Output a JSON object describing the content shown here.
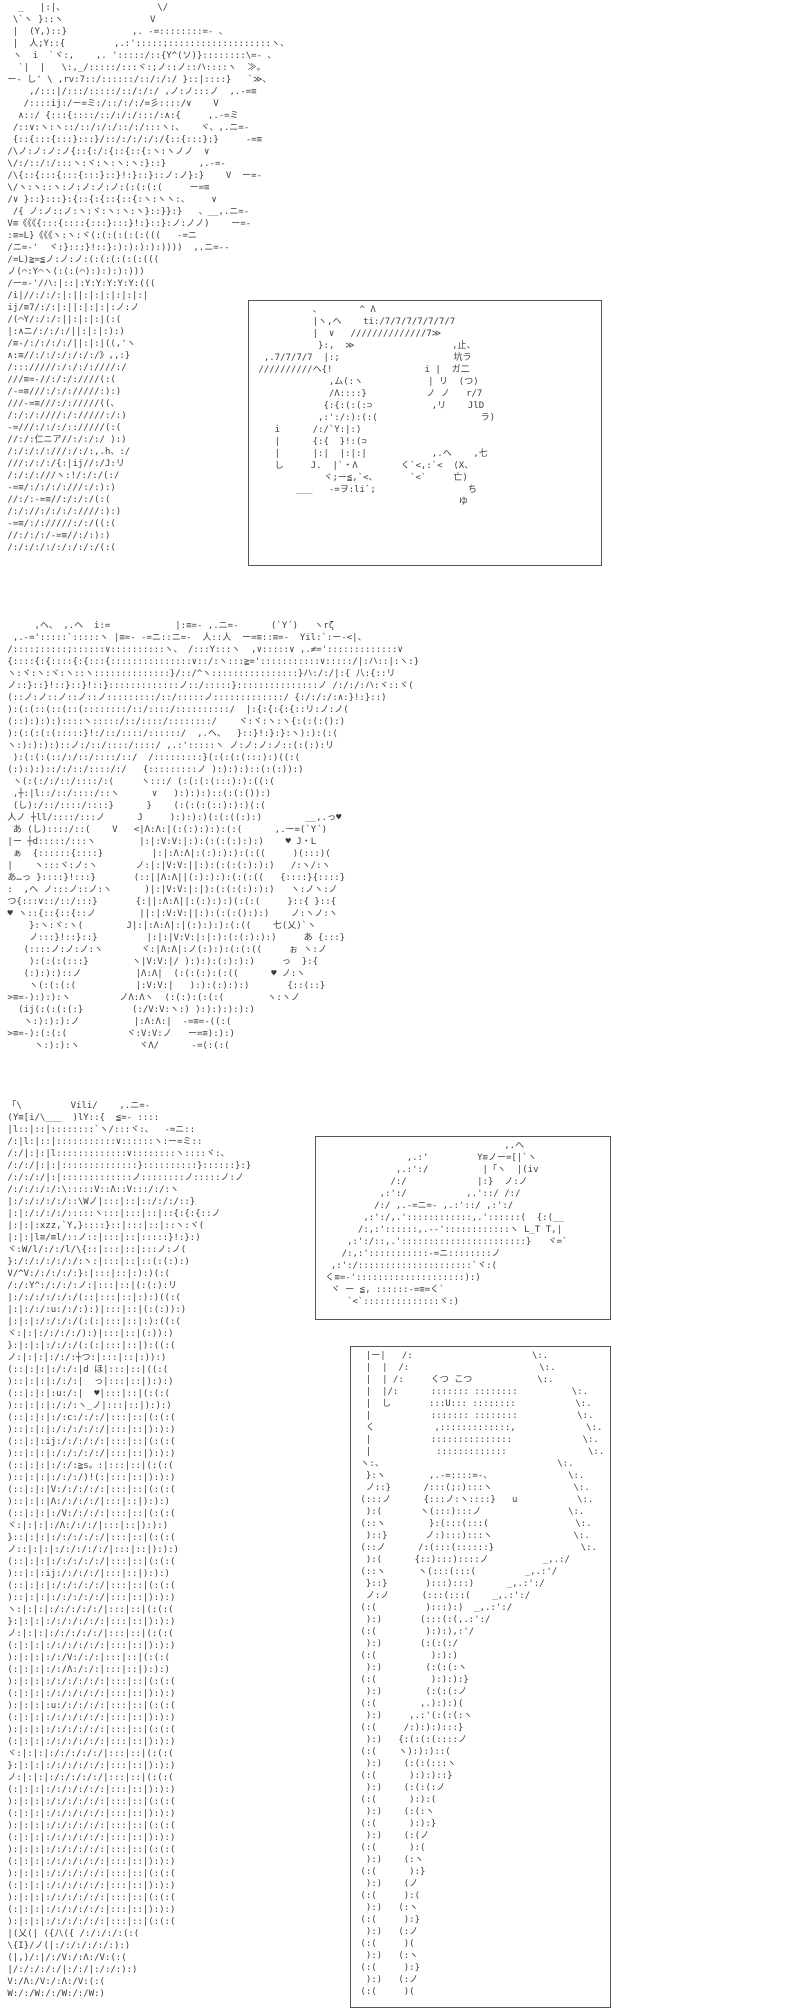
{
  "page": {
    "background": "#ffffff",
    "ink": "#3b3b3b",
    "frame_color": "#555555"
  },
  "panels": {
    "panel1": {
      "art": [
        "   _   |:|、                 \\/",
        "  \\`ヽ }::ヽ                V",
        "  |  (Y,)::}            ,. -=::::::::=- 、",
        "  |  人;Y::{         ,.:':::::;:::::::::::::::::::ヽ、",
        "  ヽ  i  `ヾ:,    ,. ':::::/::{Y^(ソ)}::::::::\\=- 、",
        "   `|  |   \\:,_/:::::/:::ヾ:;ノ::ノ::ハ::::ヽ  ≫。",
        " ー- し' \\ ,rv:7::/::::::/::/:/:/ }::|::::}   `≫、",
        "     ,/:::|/:::/:::::/::/:/:/ ,ノ:ノ:::ノ  ,.-=≡",
        "    /::::ij:/ー=ミ:/::/:/:/=彡::::/∨    V",
        "   ∧::/ {:::{::::/::/:/:/:::/:∧:{     ,.-=ミ",
        "  /::∨:ヽ:ヽ::/::/:/:/::/:/:::ヽ:、   ヾ、,.ニ=-",
        "  {::{:::{:::}:::}/::/:/:/:/:/{::{:::}:}     -=≡",
        " /\\ノ:ノ:ノ:ノ{::{:/:{::{::{:ヽ:ヽノノ  ∨",
        " \\/:/::/:/:::ヽ:ヾ:ヽ:ヽ:ヽ:}::}      ,.-=‐",
        " /\\{::{:::{:::{:::}::}!:}::}::ノ:ノ}:}    V  ー=-",
        " \\/ヽ:ヽ::ヽ:ノ:ノ:ノ:ノ:(:(:(:(     ー=≡",
        " /∨ }::}:::}:{::{:{::{::{:ヽ:ヽヽ:、    ∨",
        "  /{ ノ:ノ::ノ:ヽ:ヾ:ヽ:ヽ:ヽ}::}}:}   、__,.ニ=-",
        " V≡《《《{:::{::::{:::}:::}!:}::}:ノ:ノノ)    ー=‐",
        " :≡=L}《《《ヽ:ヽ:ヾ(:(:(:(:(:(((   ‐=ニ",
        " /ニ=‐'  ヾ:}:::}!::}:):):):):))))  ,.ニ=-‐",
        " /=L)≧=≦ノ:ノ:ノ:(:(:(:(:(:(((",
        " ノ(⌒:Y⌒ヽ(:(:(⌒):):):):)))",
        " /ー=‐'/ハ:|::|:Y:Y:Y:Y:Y:(((",
        " /i|//:/:/:|:||:|:|:|:|:|:|",
        " ij/≡7/:/:|:||:|:|:|:ノ:ノ",
        " /(⌒Y/:/:/:||:|:|:|(:(",
        " |:∧ニ/:/:/:/||:|:|:):)",
        " /≡‐/:/:/:/:/||:|:|((,'ヽ",
        " ∧:≡//:/:/:/:/:/:/》,,:}",
        " /::://///:/:/:/:////:/",
        " ///≡=‐//:/:/:////(:(",
        " /‐=≡///:/:/://///:):)",
        " ///‐=≡///:/://///((、",
        " /:/:/:////:/://///:/:)",
        " ‐=///:/:/:/:://///(:(",
        " //:/:仁ニア//:/:/:/ ):)",
        " /:/:/:/:///:/:/:,.h、:/",
        " ///:/:/:/{:|ij//:/J:リ",
        " /:/:/:///ヽ:!/:/:/(:/",
        " ‐=≡/:/:/:/:///:/:):)",
        " //:/:‐=≡//:/:/:/(:(",
        " /:/://:/:/:/:////:):)",
        " ‐=≡/:/://///:/:/((:(",
        " //:/:/:/‐=≡//:/:):)",
        " /:/:/:/:/:/:/:/:/(:("
      ]
    },
    "panel1_inset": {
      "art": [
        "           、       ^ Λ",
        "           |ヽ,ヘ    ti:/7/7/7/7/7/7/7",
        "           |  ∨   //////////////7≫",
        "            }:,  ≫                  ,止、",
        "  ,.7/7/7/7  |:;                     坑ラ",
        " //////////ヘ{!                 i |  ガ二",
        "              ,ム(:ヽ            | リ  (つ)",
        "              /Λ::::}           ノ ノ   r/7",
        "             {:{:(:(:⊃           ,リ    JlD",
        "            ,:':/:):(:(                   ラ)",
        "    i      /:/`Y:|:)",
        "    |      {:{  }!:(⊃",
        "    |      |:|  |:|:|            ,.ヘ    ,七",
        "    し     J.  |`・Λ        く`<,:`<  (X、",
        "             ヾ;ー≦,`<、      `<`     亡)",
        "        ___   -=ヲ:li`;                 ち",
        "                                      ゆ"
      ]
    },
    "panel2": {
      "art": [
        "      ,ヘ、 ,.ヘ  i:=            |:≡=- ,.ニ=‐      (`Y´)   ヽrζ",
        "  ,.-=':::::`:::::ヽ |≡=- ‐=ニ::ニ=-  人::人  ー=≡::≡=-  Yil:`:ー-<|、",
        " /::::;:::::;::::::∨::::::::::ヽ、 /:::Y:::ヽ  ,∨:::::∨ ,.≠=':::::::::::::∨",
        " {::::{:{::::{:{:::{:::::::::::::::∨::/:ヽ:::≧=':::::::::::∨:::::/|:ハ::|:ヽ:}",
        " ヽ:ヾ:ヽ:ヾ:ヽ::ヽ::::::::::::::}/::/^ヽ::::::::::::::::}ハ:/:/|:{ 八:{::リ",
        " ノ::}::}!::}::}!::}:::::::::::::ノ::/:::::}:::::::::::::::ノ /:/:/:ハ:ヾ::ヾ(",
        " (::ノ:ノ::ノ::ノ::ノ:::::::::/::/:::::ノ:::::::::::::/ {:/:/:/:∧:}!:}::)",
        " ):(:(::(::(::(::::::::/::/::::/::::::::::/  |:{:{:{:{::リ:ノ:ノ(",
        " (::):):):)::::ヽ:::::/::/::::/::::::::/    ヾ:ヾ:ヽ:ヽ{:(:(:():)",
        " ):(:(:(:(:::::}!:/::/::::/::::::/  ,.ヘ、  }::}!:}:}:ヽ):):(:(",
        " ヽ:):):):)::ノ:/::/::::/::::/ ,.:':::::ヽ ノ:ノ:ノ:ノ::(:(:):リ",
        "  ):(:(:(::/:/::/::::/::/  /:::::::::}(:(:(:(:::):)((:(",
        " (:):):)::/:/::/::::/:/   {:::::::::ノ ):):):)::(:(:)):)",
        "  ヽ(:(:/:/::/::::/:(     ヽ:::/ (:(:(:(:::):):((:(",
        "  ,┼:|l::/::/::::/::ヽ      ∨   ):):):)::(:(:()):)",
        "  (し):/::/::::/::::}      }    (:(:(:(::):):)(:(",
        " 人ノ ┼ll/::::/:::ノ      J     ):):):)(:(:((:):)        __,.っ♥",
        "  あ (し)::::/::(    V   <|Λ:Λ:|(:(:):):):(:(      ,.ー=(`Y´)",
        " |ー ┼d:::::/:::ヽ        |:|:V:V:|:):(:(:(:):):)    ♥ J・L",
        "  ぁ  {::::::{::::}         |:|:Λ:Λ|:(:):):):(:((     )(:::)(",
        " |    ヽ:::ヾ:ノ:ヽ       ノ:|:|V:V:||:):(:(:(:):):)   /:ヽ/:ヽ",
        " あ…っ }::::}!:::}       (::||Λ:Λ||(:):):):(:(:((   {::::}{::::}",
        " :  ,ヘ ノ:::ノ::ノ:ヽ      )|:|V:V:|:|):(:(:(:):):)   ヽ:ノヽ:ノ",
        " つ{:::∨::/::/:::}       {:||:Λ:Λ||:(:):):)(:(:(     }::{ }::{",
        " ♥ ヽ::{::{::{::ノ        ||:|:V:V:||:):(:(:():):)    ノ:ヽノ:ヽ",
        "     }:ヽ:ヾ:ヽ(        J|:|:Λ:Λ|:|(:):):):(:((    七(乂)`ヽ",
        "     ノ:::}!::}::}         |:|:|V:V:|:|:):(:(:):):)     あ {:::}",
        "    (::::ノ:ノ:ノ:ヽ       ヾ:|Λ:Λ|:ノ(:):):(:(:((     ぉ ヽ:ノ",
        "     ):(:(:(:::}        ヽ|V:V:|/ ):):):(:):):)     っ  }:{",
        "    (:):):)::ノ          |Λ:Λ|  (:(:(:):(:((      ♥ ノ:ヽ",
        "     ヽ(:(:(:(           |:V:V:|   ):):(:):):)       {::(::}",
        " >≡=‐):):):ヽ         ノΛ:Λヽ  (:(:):(:(:(        ヽ:ヽノ",
        "   (ij(:(:(:(:}         (:/V:V:ヽ:) ):):):):):)",
        "    ヽ:):):):ノ          |:Λ:Λ:|  ‐=≡=‐((:(",
        " >≡=‐):(:(:(           ヾ:V:V:ノ   ー=≡):):)",
        "      ヽ:):):ヽ           ヾΛ/      ‐=(:(:(",
        " "
      ]
    },
    "panel3": {
      "art": [
        " 「\\         Vili/    ,.ニ=‐",
        " (Y≡[i/\\___  )lY::{  ≦=- ::::",
        " |l::|::|::::::::`ヽ/:::ヾ:、  ‐=ニ::",
        " /:|l:|::|:::::::::::∨::::::ヽ:ー=ミ::",
        " /:/|:|:|l:::::::::::::∨::::::::ヽ::::ヾ:、",
        " /:/:/|:|:|::::::::::::::}::::::::::}::::::}:}",
        " /:/:/:/|:|:::::::::::::ノ::::::::ノ:::::ノ:ノ",
        " /:/:/:/:/:\\:::::V::Λ::V:::/:/:ヽ",
        " |:/:/:/:/:/::\\Wノ|:::|::|::/:/:/::}",
        " |:|:/:/:/:/:::::ヽ:::|:::|::|::{:{:{::ノ",
        " |:|:|:xzz,`Y,}::::}::|:::|::|::ヽ:ヾ(",
        " |:|:|l≡/≡l/::ノ::|:::|::|:::::}!:}:)",
        " ヾ:W/l/:/:/l/\\{::|:::|::|:::ノ:ノ(",
        " }:/:/:/:/:/:/:ヽ:|:::|::|::(:(:):)",
        " V/^V:/:/:/:/:}:|:::|::|:):)(:(",
        " /:/:Y^:/:/:/:ノ:|:::|::|(:(:):リ",
        " |:/:/:/:/:/:/(::|:::|::|:):)((:(",
        " |:|:/:/:u:/:/:):)|:::|::|(:(:)):)",
        " |:|:|:/:/:/:/(:(:|:::|::|:):((:(",
        " ヾ:|:|:/:/:/:/):)|:::|::|(:)):)",
        " }:|:|:|:/:/:/(:(:|:::|::|):((:(",
        " ノ:|:|:|:/:/:┼つ:|:::|::|:)):)",
        " (::|:|:|:/:/:|d ほ|:::|::|((:(",
        " )::|:|:|:/:/:|  っ|:::|::|):):)",
        " (::|:|:|:u:/:|  ♥|:::|::|(:(:(",
        " )::|:|:|:/:/:ヽ_ノ|:::|::|):):)",
        " (::|:|:|:/:c:/:/:/|:::|::|(:(:(",
        " )::|:|:|:/:/:/:/:/|:::|::|):):)",
        " (::|:|:ij:/:/:/:/:|:::|::|(:(:(",
        " )::|:|:|:/:/:/:/:/|:::|::|):):)",
        " (::|:|:|:/:/:≧s。:|:::|::|(:(:(",
        " )::|:|:|:/:/:/)!(:|:::|::|):):)",
        " (::|:|:|V:/:/:/:/:|:::|::|(:(:(",
        " )::|:|:|Λ:/:/:/:/|:::|::|):):)",
        " (::|:|:|:/V:/:/:/:|:::|::|(:(:(",
        " ヾ:|:|:|:/Λ:/:/:/|:::|::|):):)",
        " }::|:|:|:/:/:/:/:/|:::|::|(:(:(",
        " ノ::|:|:|:/:/:/:/:/|:::|::|):):)",
        " (::|:|:|:/:/:/:/:/|:::|::|(:(:(",
        " )::|:|:ij:/:/:/:/|:::|::|):):)",
        " (::|:|:|:/:/:/:/:/|:::|::|(:(:(",
        " )::|:|:|:/:/:/:/:/|:::|::|):):)",
        " ヽ:|:|:|:/:/:/:/:/|:::|::|(:(:(",
        " }:|:|:|:/:/:/:/:/:|:::|::|):):)",
        " ノ:|:|:|:/:/:/:/:/|:::|::|(:(:(",
        " (:|:|:|:/:/:/:/:/:|:::|::|):):)",
        " ):|:|:|:/:/V:/:/:|:::|::|(:(:(",
        " (:|:|:|:/:/Λ:/:/:|:::|::|):):)",
        " ):|:|:|:/:/:/:/:/:|:::|::|(:(:(",
        " (:|:|:|:/:/:/:/:/:|:::|::|):):)",
        " ):|:|:|:u:/:/:/:/:|:::|::|(:(:(",
        " (:|:|:|:/:/:/:/:/:|:::|::|):):)",
        " ):|:|:|:/:/:/:/:/:|:::|::|(:(:(",
        " (:|:|:|:/:/:/:/:/:|:::|::|):):)",
        " ヾ:|:|:|:/:/:/:/:/|:::|::|(:(:(",
        " }:|:|:|:/:/:/:/:/:|:::|::|):):)",
        " ノ:|:|:|:/:/:/:/:/|:::|::|(:(:(",
        " (:|:|:|:/:/:/:/:/:|:::|::|):):)",
        " ):|:|:|:/:/:/:/:/:|:::|::|(:(:(",
        " (:|:|:|:/:/:/:/:/:|:::|::|):):)",
        " ):|:|:|:/:/:/:/:/:|:::|::|(:(:(",
        " (:|:|:|:/:/:/:/:/:|:::|::|):):)",
        " ):|:|:|:/:/:/:/:/:|:::|::|(:(:(",
        " (:|:|:|:/:/:/:/:/:|:::|::|):):)",
        " ):|:|:|:/:/:/:/:/:|:::|::|(:(:(",
        " (:|:|:|:/:/:/:/:/:|:::|::|):):)",
        " ):|:|:|:/:/:/:/:/:|:::|::|(:(:(",
        " (:|:|:|:/:/:/:/:/:|:::|::|):):)",
        " ):|:|:|:/:/:/:/:/:|:::|::|(:(:(",
        " |(乂(| ({八({ /:/:/:/:(:(",
        " \\{I}/ノ(|:/:/:/:/:/:):)",
        " (|,)/:|/:/V:/:Λ:/V:(:(",
        " |/:/:/:/:/|:/:/|:/:/:):)",
        " V:/Λ:/V:/:Λ:/V:(:(",
        " W:/:/W:/:/W:/:/W:)"
      ]
    },
    "panel3_insetA": {
      "art": [
        "                                  ,.ヘ",
        "                ,.:'         Y≡ノー=[|`ヽ",
        "              ,.:':/          |「ヽ  |(iv",
        "             /:/             |:}  ノ:ノ",
        "           ,:':/           ,.'::/ /:/",
        "          /:/ ,.-=ニ=- ,.:'::/ ,:':/",
        "        ,:':/,.'::::::::::::,.'::::::(  {:(__",
        "       /:,:'::::::,.-‐'::::::::::::ヽ L_T T,|",
        "     ,:':/::,.':::::::::::::::::::::::}   ヾ=`",
        "    /:,:':::::::::::‐=ニ::::::::ノ",
        "  ,:':/:::::::::::::::::::::`ヾ:(",
        " く≡=-'::::::::::::::::::::):)",
        "  ヾ ー ≦, ::::::‐=≡=く`",
        "     `<`::::::::::::::ヾ:)"
      ]
    },
    "panel3_insetB": {
      "art": [
        "  |ー|   /:                      \\:.",
        "  |  |  /:                        \\:.",
        "  |  | /:     くつ こつ            \\:.",
        "  |  |/:      ::::::: ::::::::          \\:.",
        "  |  し       :::U::: ::::::::           \\:.",
        "  |           ::::::: ::::::::           \\:.",
        "  く           ,:::::::::::::,             \\:.",
        "  |           :::::::::::::::             \\:.",
        "  |            :::::::::::::               \\:.",
        " ヽ:、                                \\:.",
        "  }:ヽ        ,.-=::::=-、              \\:.",
        "  ノ::}      /:::(;:):::ヽ               \\:.",
        " (:::ノ      {:::ノ:ヽ::::}   u           \\:.",
        "  ):(       ヽ(:::):::ノ                \\:.",
        " (::ヽ        }:(:::(:::(                \\:.",
        "  )::}       ノ:):::):::ヽ               \\:.",
        " (::ノ      /:(:::(::::::}                \\:.",
        "  ):(      {::):::)::::ノ          _,.:/",
        " (::ヽ      ヽ(:::(:::(         _,.:'/",
        "  }::}       ):::):::)      _,.:':/",
        "  ノ:ノ      (:::(:::(    _,.:':/",
        " (:(         ):::):)  _,.:':/",
        "  ):)       (:::(:(,.:':/",
        " (:(         ):):),:'/",
        "  ):)       (:(:(:/",
        " (:(          ):):)",
        "  ):)        (:(:(:ヽ",
        " (:(          ):):):}",
        "  ):)        (:(:(:ノ",
        " (:(        ,.):):)(",
        "  ):)     ,.:'(:(:(:ヽ",
        " (:(     /:):):):::}",
        "  ):)   {:(:(:(::::ノ",
        " (:(    ヽ):):)::(",
        "  ):)    (:(:(:::ヽ",
        " (:(      ):):)::}",
        "  ):)    (:(:(:ノ",
        " (:(      ):):(",
        "  ):)    (:(:ヽ",
        " (:(      ):):}",
        "  ):)    (:(ノ",
        " (:(      ):(",
        "  ):)    (:ヽ",
        " (:(      ):}",
        "  ):)    (ノ",
        " (:(     ):(",
        "  ):)   (:ヽ",
        " (:(     ):}",
        "  ):)   (:ノ",
        " (:(     )(",
        "  ):)   (:ヽ",
        " (:(     ):}",
        "  ):)   (:ノ",
        " (:(     )("
      ]
    }
  }
}
